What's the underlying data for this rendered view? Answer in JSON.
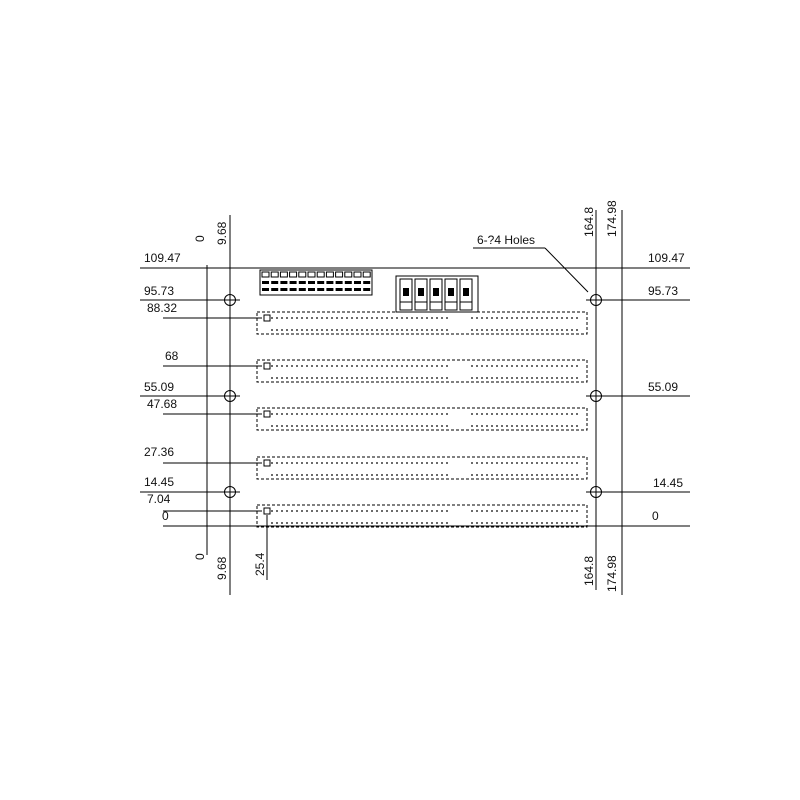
{
  "callout": "6-?4 Holes",
  "left_labels": [
    "109.47",
    "95.73",
    "88.32",
    "68",
    "55.09",
    "47.68",
    "27.36",
    "14.45",
    "7.04",
    "0"
  ],
  "right_labels": [
    "109.47",
    "95.73",
    "55.09",
    "14.45",
    "0"
  ],
  "top_labels": [
    "0",
    "9.68",
    "164.8",
    "174.98"
  ],
  "bottom_labels": [
    "0",
    "9.68",
    "25.4",
    "164.8",
    "174.98"
  ],
  "slot_count": 5,
  "terminal_pins": 12,
  "connector_pins": 5
}
